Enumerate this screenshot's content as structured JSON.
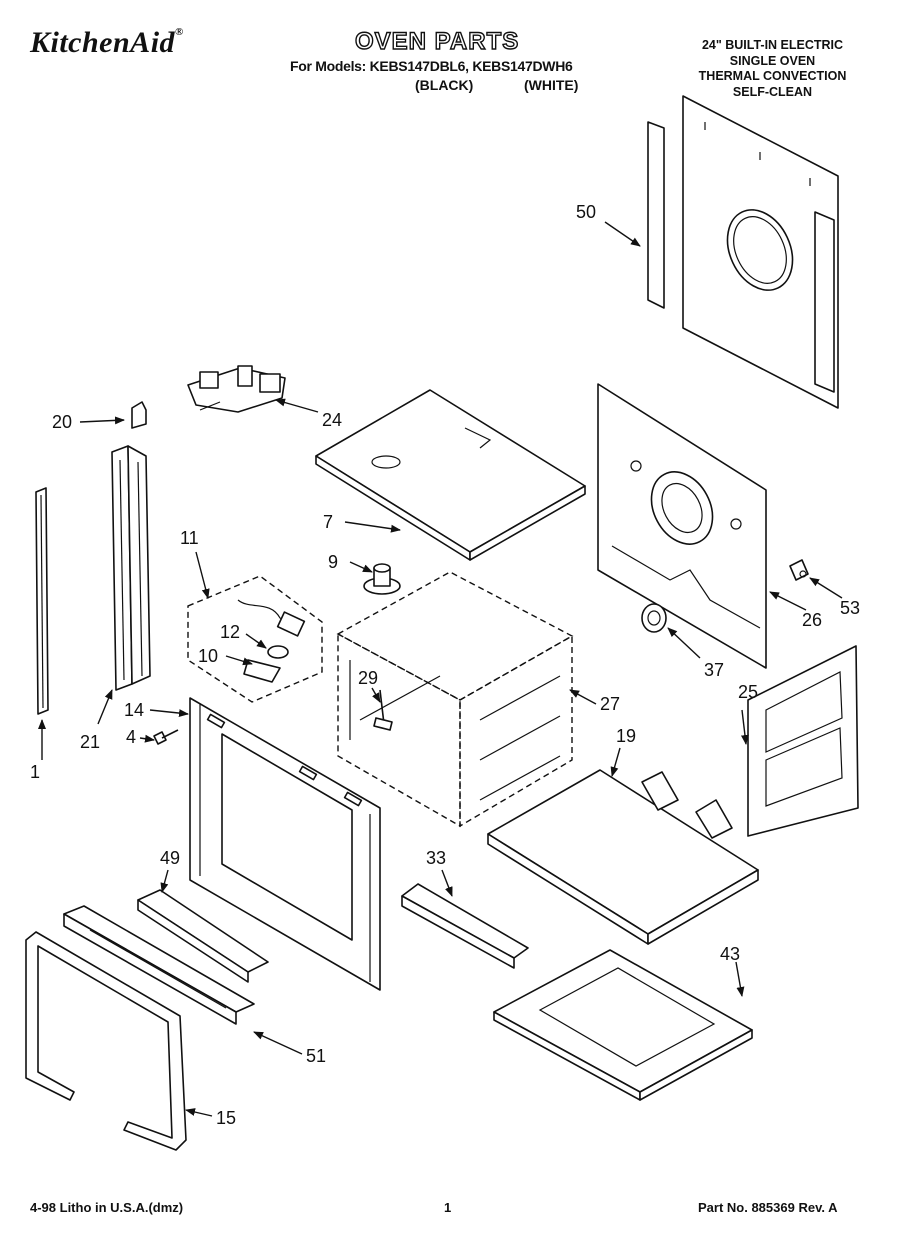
{
  "header": {
    "brand": "KitchenAid",
    "brand_mark": "®",
    "title": "OVEN PARTS",
    "models_line": "For Models: KEBS147DBL6, KEBS147DWH6",
    "finish_black": "(BLACK)",
    "finish_white": "(WHITE)",
    "description": [
      "24\" BUILT-IN ELECTRIC",
      "SINGLE OVEN",
      "THERMAL CONVECTION",
      "SELF-CLEAN"
    ]
  },
  "parts": [
    {
      "number": "1"
    },
    {
      "number": "4"
    },
    {
      "number": "7"
    },
    {
      "number": "9"
    },
    {
      "number": "10"
    },
    {
      "number": "11"
    },
    {
      "number": "12"
    },
    {
      "number": "14"
    },
    {
      "number": "15"
    },
    {
      "number": "19"
    },
    {
      "number": "20"
    },
    {
      "number": "21"
    },
    {
      "number": "24"
    },
    {
      "number": "25"
    },
    {
      "number": "26"
    },
    {
      "number": "27"
    },
    {
      "number": "29"
    },
    {
      "number": "33"
    },
    {
      "number": "37"
    },
    {
      "number": "43"
    },
    {
      "number": "49"
    },
    {
      "number": "50"
    },
    {
      "number": "51"
    },
    {
      "number": "53"
    }
  ],
  "footer": {
    "print_info": "4-98 Litho in U.S.A.(dmz)",
    "page_number": "1",
    "part_no": "Part No. 885369 Rev. A"
  }
}
